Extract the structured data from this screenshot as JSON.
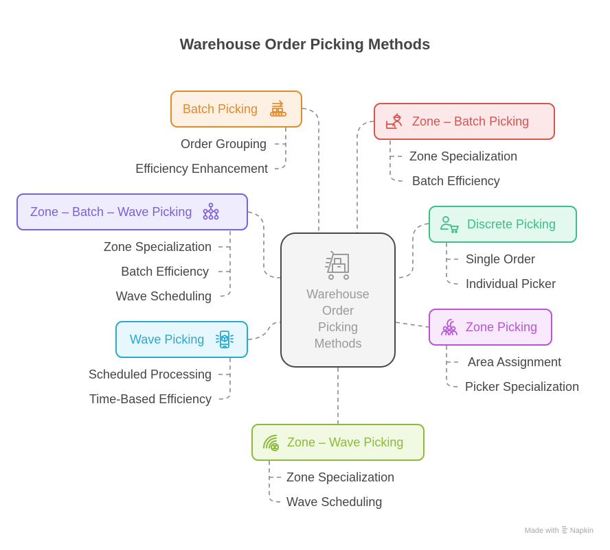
{
  "title": "Warehouse Order Picking Methods",
  "center": {
    "label_lines": [
      "Warehouse",
      "Order",
      "Picking",
      "Methods"
    ],
    "icon": "warehouse-cart-icon"
  },
  "nodes": {
    "batch": {
      "label": "Batch Picking",
      "icon": "conveyor-belt-icon",
      "color": "#E08A2E",
      "bg": "#FEF1E4",
      "children": [
        "Order Grouping",
        "Efficiency Enhancement"
      ]
    },
    "zone_batch": {
      "label": "Zone – Batch Picking",
      "icon": "worker-helmet-icon",
      "color": "#D9534F",
      "bg": "#FCE8E8",
      "children": [
        "Zone Specialization",
        "Batch Efficiency"
      ]
    },
    "zone_batch_wave": {
      "label": "Zone – Batch – Wave Picking",
      "icon": "network-nodes-icon",
      "color": "#7B61D9",
      "bg": "#EFEDFD",
      "children": [
        "Zone Specialization",
        "Batch Efficiency",
        "Wave Scheduling"
      ]
    },
    "discrete": {
      "label": "Discrete Picking",
      "icon": "person-cart-icon",
      "color": "#3BBF86",
      "bg": "#E3F8EE",
      "children": [
        "Single Order",
        "Individual Picker"
      ]
    },
    "wave": {
      "label": "Wave Picking",
      "icon": "mobile-package-icon",
      "color": "#2AA8D0",
      "bg": "#E6F8FD",
      "children": [
        "Scheduled Processing",
        "Time-Based Efficiency"
      ]
    },
    "zone": {
      "label": "Zone Picking",
      "icon": "team-zone-icon",
      "color": "#B954D6",
      "bg": "#F8E9FC",
      "children": [
        "Area Assignment",
        "Picker Specialization"
      ]
    },
    "zone_wave": {
      "label": "Zone – Wave Picking",
      "icon": "signal-zone-icon",
      "color": "#8CBA3A",
      "bg": "#F2F9E3",
      "children": [
        "Zone Specialization",
        "Wave Scheduling"
      ]
    }
  },
  "footer": {
    "text": "Made with",
    "brand": "Napkin"
  }
}
